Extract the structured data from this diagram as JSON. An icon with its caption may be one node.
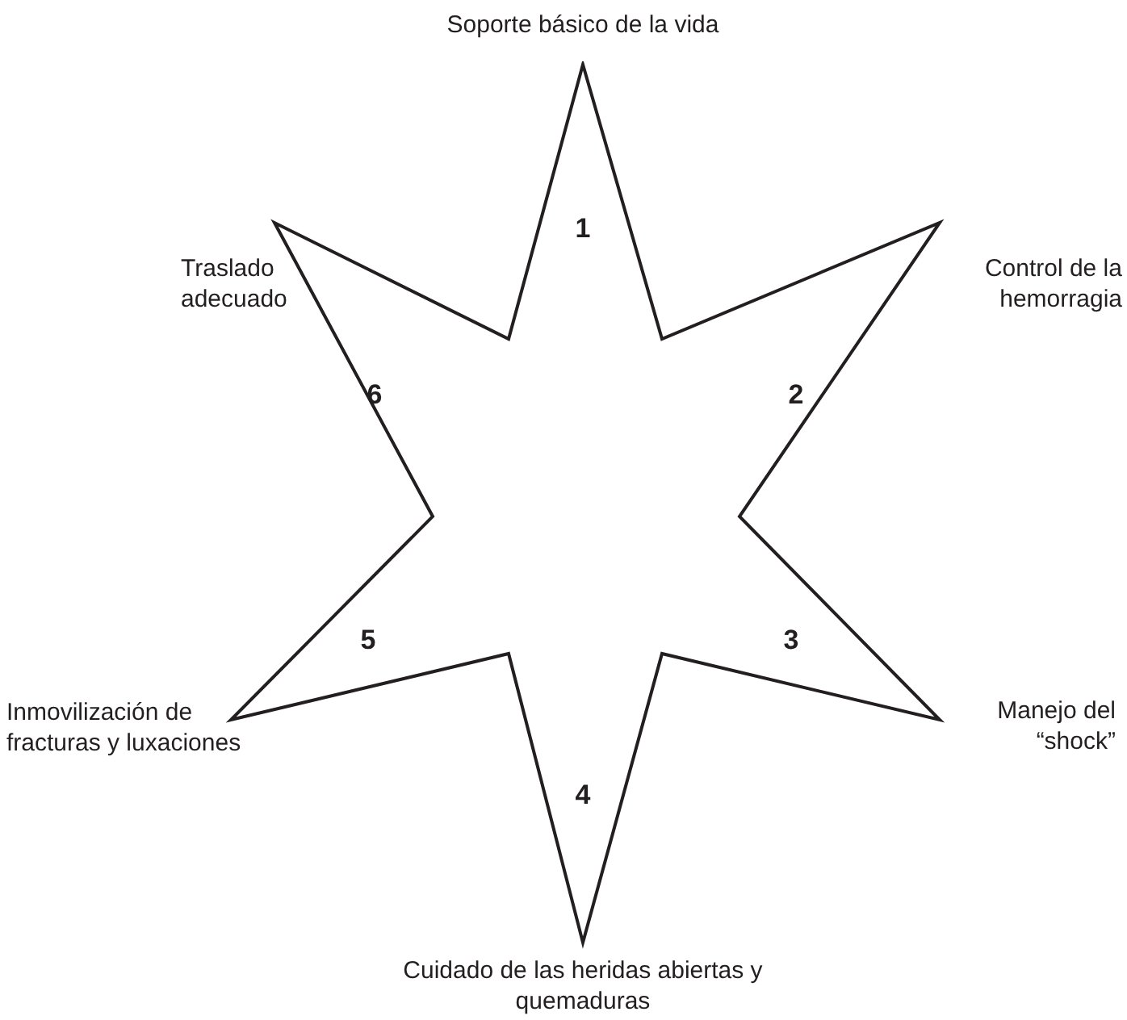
{
  "diagram": {
    "nodes": [
      {
        "text": [
          "1",
          "2",
          "3",
          "4",
          "5",
          "6"
        ],
        "beside": [
          "Soporte básico de la vida",
          "Control de la hemorragia",
          "Manejo del “shock”",
          "Cuidado de las heridas abiertas y quemaduras",
          "Inmovilización de fracturas y luxaciones",
          "Traslado adecuado"
        ]
      }
    ]
  }
}
